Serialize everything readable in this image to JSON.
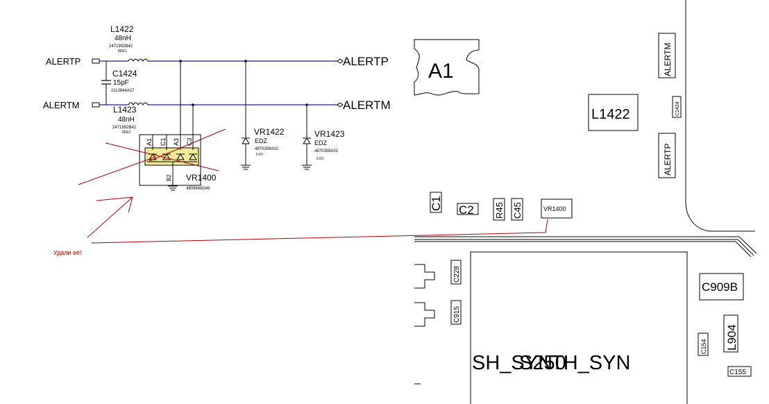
{
  "schematic": {
    "net_left_top": "ALERTP",
    "net_left_bottom": "ALERTM",
    "net_right_top": "ALERTP",
    "net_right_bottom": "ALERTM",
    "L1422": {
      "ref": "L1422",
      "value": "48nH",
      "part": "2471992B42",
      "sub": "8DE1"
    },
    "C1424": {
      "ref": "C1424",
      "value": "15pF",
      "part": "2113944A27"
    },
    "L1423": {
      "ref": "L1423",
      "value": "48nH",
      "part": "2471992B42",
      "sub": "8DE2"
    },
    "VR1422": {
      "ref": "VR1422",
      "type": "EDZ",
      "part": "4870359A02",
      "volt": "5.6V"
    },
    "VR1423": {
      "ref": "VR1423",
      "type": "EDZ",
      "part": "4870359A02",
      "volt": "5.6V"
    },
    "VR1400": {
      "ref": "VR1400",
      "part": "4809948D49",
      "pins": [
        "A1",
        "C1",
        "A3",
        "C3"
      ],
      "pin_bottom": "B2"
    }
  },
  "annotation": "Удали её!",
  "layout": {
    "A1": "A1",
    "L1422": "L1422",
    "ALERTM": "ALERTM",
    "C1424": "C1424",
    "ALERTP": "ALERTP",
    "C1": "C1",
    "C2": "C2",
    "R45": "R45",
    "C45": "C45",
    "VR1400": "VR1400",
    "C228": "C228",
    "C915": "C915",
    "C909B": "C909B",
    "L904": "L904",
    "C154": "C154",
    "C155": "C155",
    "SH_SYN_a": "SH_SYN",
    "S250": "S250",
    "TH_SYN": "TH_SYN"
  },
  "colors": {
    "wire": "#1a1aa0",
    "annotation": "#b00000",
    "highlight": "#f2ec9a"
  }
}
